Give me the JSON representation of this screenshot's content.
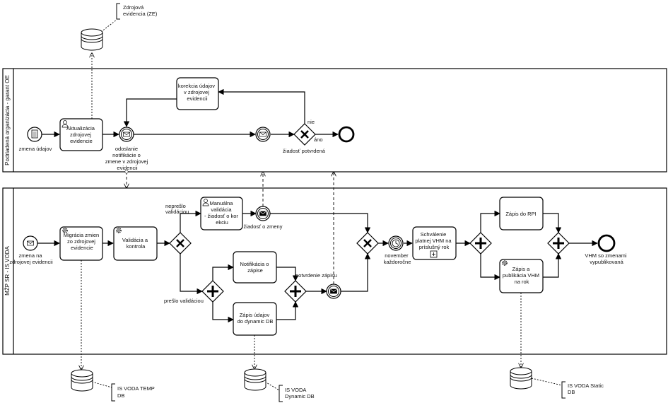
{
  "pools": {
    "top": "Podriadená organizácia - garant OE",
    "bottom": "MŽP SR - IS VODA"
  },
  "tasks": {
    "aktualizacia": [
      "Aktualizácia",
      "zdrojovej",
      "evidencie"
    ],
    "korekcia": [
      "korekcia údajov",
      "v zdrojovej",
      "evidencii"
    ],
    "migracia": [
      "Migrácia zmien",
      "zo zdrojovej",
      "evidencie"
    ],
    "validacia": [
      "Validácia a",
      "kontrola"
    ],
    "manualna": [
      "Manuálna",
      "validácia",
      "- žiadosť o kor",
      "ekciu"
    ],
    "notifikacia": [
      "Notifikácia o",
      "zápise"
    ],
    "zapis_udajov": [
      "Zápis údajov",
      "do dynamic DB"
    ],
    "schvalenie": [
      "Schválenie",
      "platnej VHM na",
      "príslušný rok"
    ],
    "zapis_rpi": [
      "Zápis do RPI"
    ],
    "zapis_publikacia": [
      "Zápis a",
      "publikácia VHM",
      "na rok"
    ]
  },
  "events": {
    "zmena_udajov": [
      "zmena údajov"
    ],
    "odoslanie": [
      "odoslanie",
      "notifikácie o",
      "zmene v zdrojovej",
      "evidencii"
    ],
    "ziadost_potvrdena": [
      "žiadosť potvrdená"
    ],
    "zmena_na": [
      "zmena na",
      "zdrojovej evidencii"
    ],
    "ziadost_zmeny": [
      "žiadosť o zmeny"
    ],
    "potvrdenie_zapisu": [
      "potvrdenie zápisu"
    ],
    "november": [
      "november",
      "každoročne"
    ],
    "vhm_end": [
      "VHM so zmenami",
      "vypublikovaná"
    ]
  },
  "flow_labels": {
    "nie": "nie",
    "ano": "áno",
    "neproslo": [
      "neprešlo",
      "validáciou"
    ],
    "preslo": "prešlo validáciou"
  },
  "data_stores": {
    "ze": [
      "Zdrojová",
      "evidencia (ZE)"
    ],
    "temp": [
      "IS VODA TEMP",
      "DB"
    ],
    "dynamic": [
      "IS VODA",
      "Dynamic DB"
    ],
    "static": [
      "IS VODA Static",
      "DB"
    ]
  }
}
